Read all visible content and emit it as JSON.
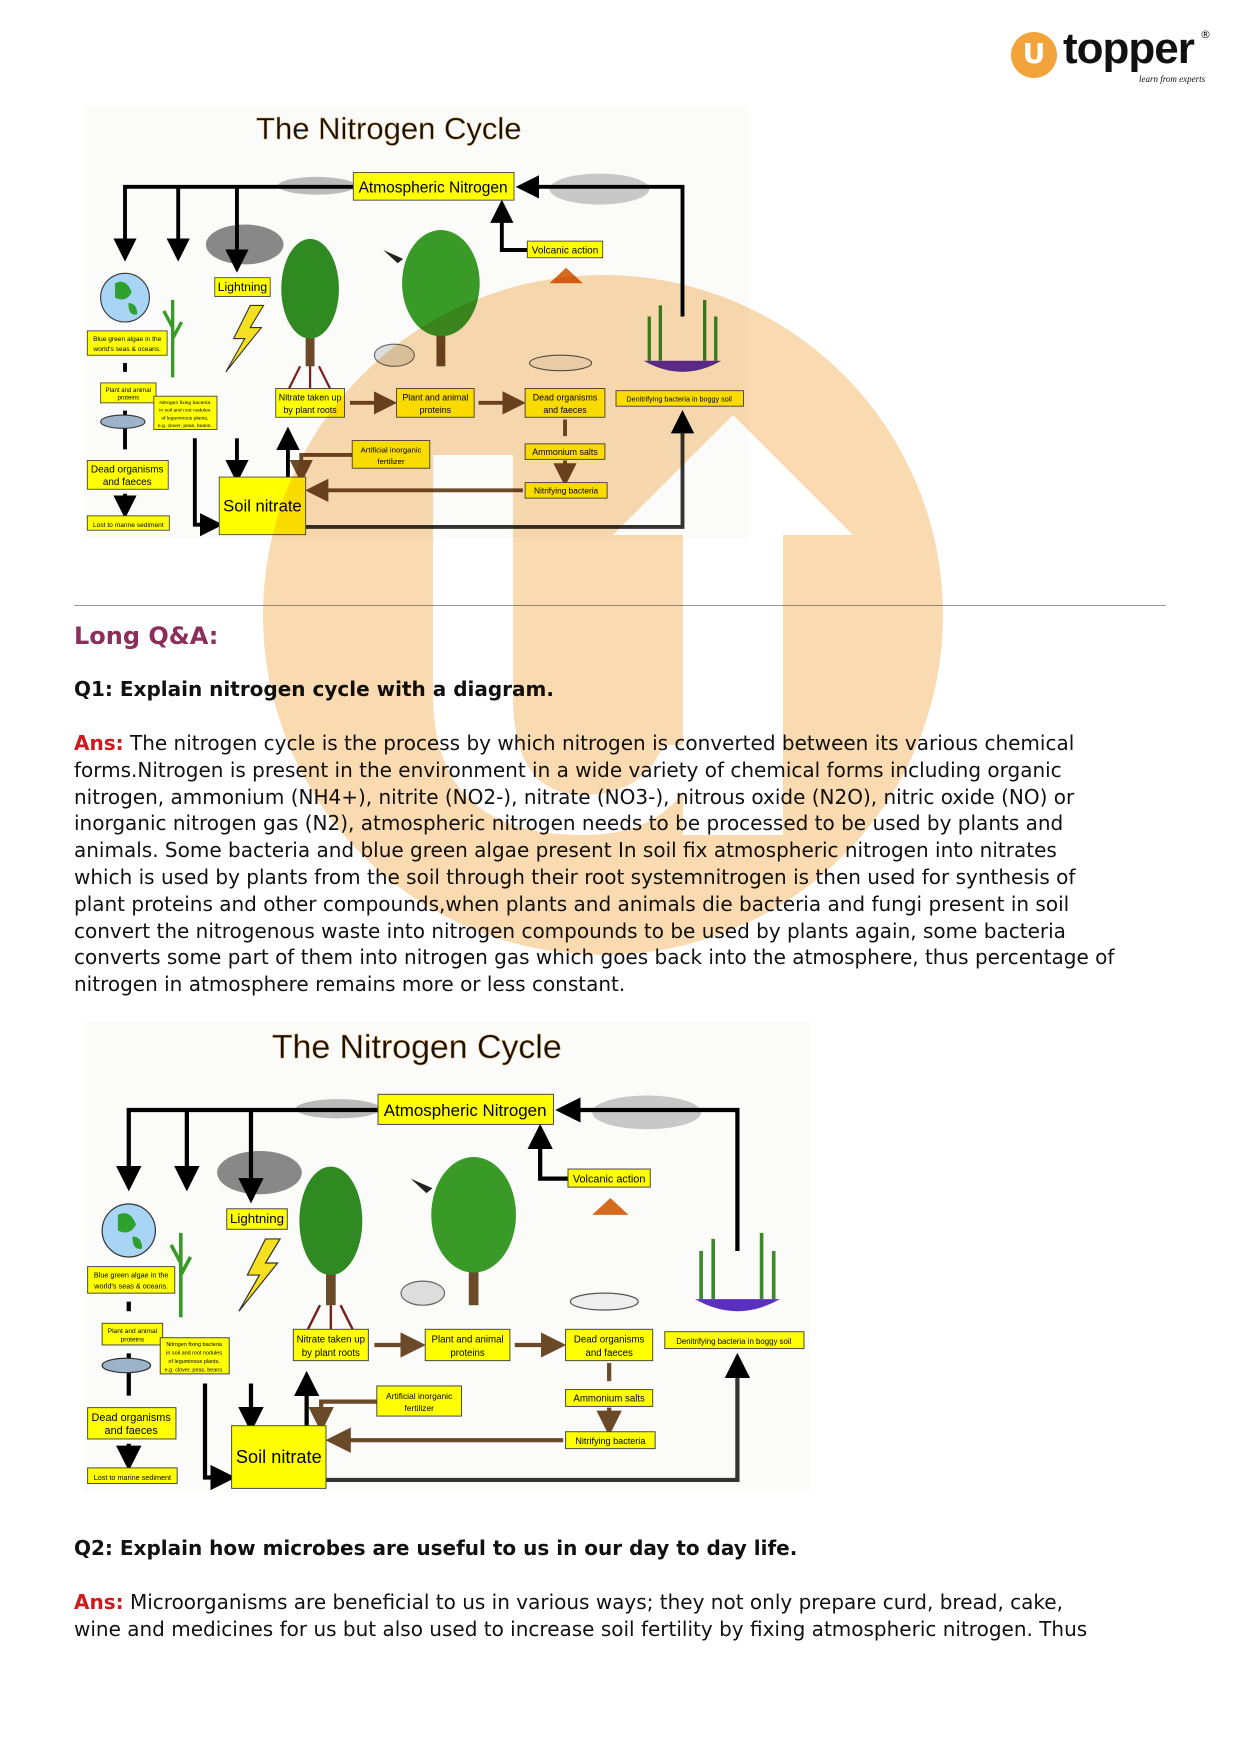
{
  "logo": {
    "mark": "U",
    "word": "topper",
    "tagline": "learn from experts",
    "reg": "®"
  },
  "diagram": {
    "title": "The Nitrogen Cycle",
    "atmospheric_nitrogen": "Atmospheric Nitrogen",
    "volcanic_action": "Volcanic action",
    "lightning": "Lightning",
    "blue_green_algae": [
      "Blue green algae in the",
      "world's seas & oceans."
    ],
    "plant_animal_proteins_small": [
      "Plant and animal",
      "proteins"
    ],
    "nitrogen_fixing": [
      "Nitrogen fixing bacteria",
      "in soil and root nodules",
      "of leguminous plants,",
      "e.g. clover, peas, beans."
    ],
    "dead_organisms_left": [
      "Dead organisms",
      "and faeces"
    ],
    "lost_marine": "Lost to marine sediment",
    "soil_nitrate": "Soil nitrate",
    "nitrate_taken_up": [
      "Nitrate taken up",
      "by plant roots"
    ],
    "plant_animal_proteins": [
      "Plant and animal",
      "proteins"
    ],
    "dead_organisms": [
      "Dead organisms",
      "and faeces"
    ],
    "denitrifying": "Denitrifying bacteria in boggy soil",
    "artificial_fertilizer": [
      "Artificial inorganic",
      "fertilizer"
    ],
    "ammonium_salts": "Ammonium salts",
    "nitrifying_bacteria": "Nitrifying bacteria"
  },
  "section_heading": "Long Q&A:",
  "q1": {
    "question": "Q1: Explain nitrogen cycle with a diagram.",
    "ans_label": "Ans:",
    "answer_lines": [
      " The nitrogen cycle is the process by which nitrogen is converted between its various chemical",
      "forms.Nitrogen is present in the environment in a wide variety of chemical forms including organic",
      "nitrogen, ammonium (NH4+), nitrite (NO2-), nitrate (NO3-), nitrous oxide (N2O), nitric oxide (NO) or",
      "inorganic nitrogen gas (N2), atmospheric nitrogen needs to be processed to be used by plants and",
      "animals. Some bacteria and blue green algae present In soil fix atmospheric nitrogen into nitrates",
      "which is used by plants from the soil through their root systemnitrogen is then used for synthesis of",
      "plant proteins and other compounds,when plants and animals die bacteria and fungi present in soil",
      "convert the nitrogenous waste into nitrogen compounds to be used by plants again, some bacteria",
      "converts some part of them into nitrogen gas which goes back into the atmosphere, thus percentage of",
      "nitrogen in atmosphere remains more or less constant."
    ]
  },
  "q2": {
    "question": "Q2: Explain how microbes are useful to us in our day to day life.",
    "ans_label": "Ans:",
    "answer_lines": [
      " Microorganisms are beneficial to us in various ways; they not only prepare curd, bread, cake,",
      "wine and medicines for us but also used to increase soil fertility by fixing atmospheric nitrogen. Thus"
    ]
  },
  "colors": {
    "label_box": "#ffff00",
    "heading": "#8b2f5a",
    "ans_label": "#d0191b",
    "watermark": "#f2a43a"
  }
}
